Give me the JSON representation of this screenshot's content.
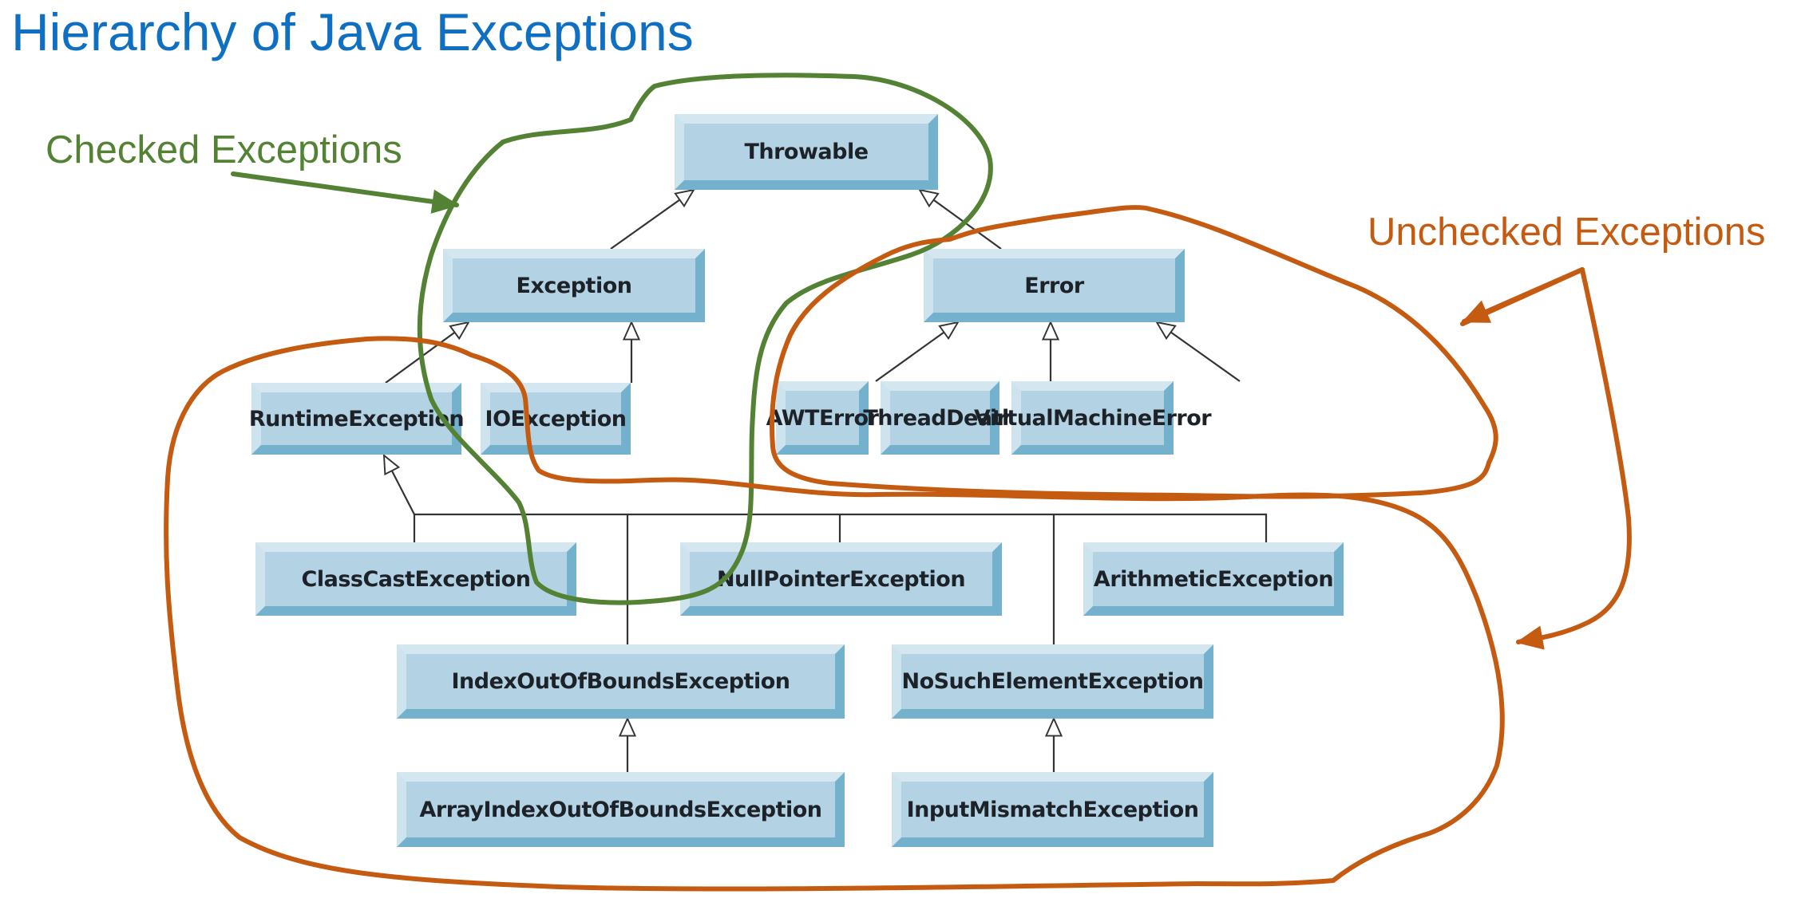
{
  "title": "Hierarchy of Java Exceptions",
  "annotations": {
    "checked": "Checked Exceptions",
    "unchecked": "Unchecked Exceptions"
  },
  "colors": {
    "title": "#0f6fc2",
    "checked": "#548235",
    "unchecked": "#c55a11",
    "node_face": "#b3d3e5",
    "node_light": "#d4e7f1",
    "node_dark": "#74b1cd",
    "connector": "#333333"
  },
  "nodes": [
    {
      "id": "throwable",
      "label": "Throwable",
      "parent": null,
      "group": "checked"
    },
    {
      "id": "exception",
      "label": "Exception",
      "parent": "throwable",
      "group": "checked"
    },
    {
      "id": "error",
      "label": "Error",
      "parent": "throwable",
      "group": "unchecked"
    },
    {
      "id": "runtimeexception",
      "label": "RuntimeException",
      "parent": "exception",
      "group": "unchecked"
    },
    {
      "id": "ioexception",
      "label": "IOException",
      "parent": "exception",
      "group": "checked"
    },
    {
      "id": "awterror",
      "label": "AWTError",
      "parent": "error",
      "group": "unchecked"
    },
    {
      "id": "threaddeath",
      "label": "ThreadDeath",
      "parent": "error",
      "group": "unchecked"
    },
    {
      "id": "virtualmachineerror",
      "label": "VirtualMachineError",
      "parent": "error",
      "group": "unchecked"
    },
    {
      "id": "classcastexception",
      "label": "ClassCastException",
      "parent": "runtimeexception",
      "group": "unchecked"
    },
    {
      "id": "nullpointerexception",
      "label": "NullPointerException",
      "parent": "runtimeexception",
      "group": "unchecked"
    },
    {
      "id": "arithmeticexception",
      "label": "ArithmeticException",
      "parent": "runtimeexception",
      "group": "unchecked"
    },
    {
      "id": "indexoutofboundsexception",
      "label": "IndexOutOfBoundsException",
      "parent": "runtimeexception",
      "group": "unchecked"
    },
    {
      "id": "nosuchelementexception",
      "label": "NoSuchElementException",
      "parent": "runtimeexception",
      "group": "unchecked"
    },
    {
      "id": "arrayindexoutofboundsexception",
      "label": "ArrayIndexOutOfBoundsException",
      "parent": "indexoutofboundsexception",
      "group": "unchecked"
    },
    {
      "id": "inputmismatchexception",
      "label": "InputMismatchException",
      "parent": "nosuchelementexception",
      "group": "unchecked"
    }
  ]
}
